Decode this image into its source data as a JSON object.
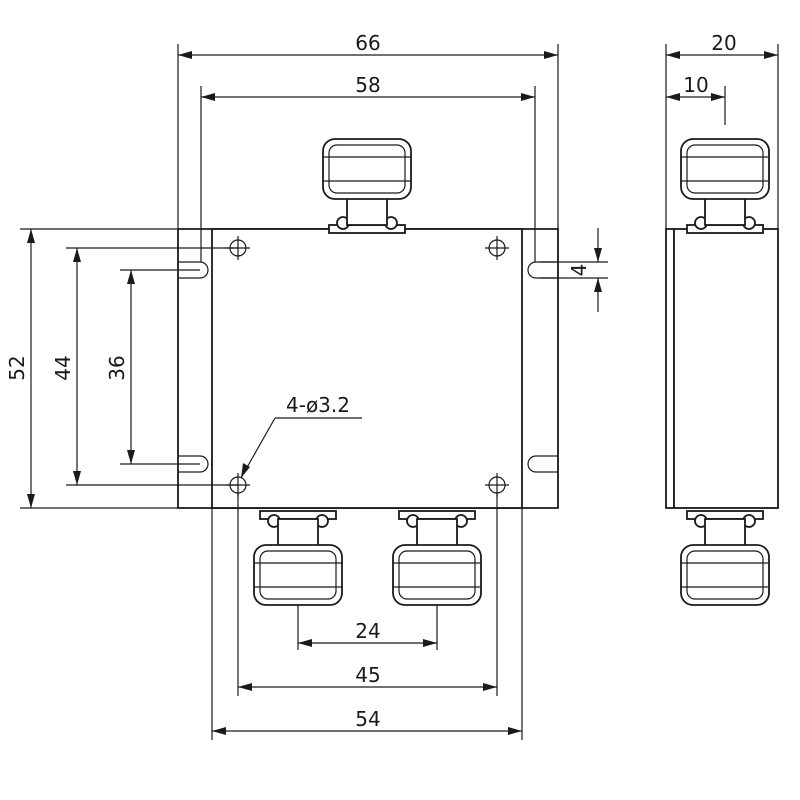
{
  "dimensions": {
    "width_overall": "66",
    "mount_span": "58",
    "side_depth": "20",
    "side_connector_offset": "10",
    "slot_width": "4",
    "height_overall": "52",
    "hole_spacing_vertical": "44",
    "slot_length": "36",
    "holes_note": "4-ø3.2",
    "output_spacing": "24",
    "hole_spacing_horizontal": "45",
    "body_width": "54"
  },
  "icons": {
    "connector": "n-type-connector-icon",
    "mount_hole": "mount-hole-icon",
    "slot": "mounting-slot-icon"
  }
}
